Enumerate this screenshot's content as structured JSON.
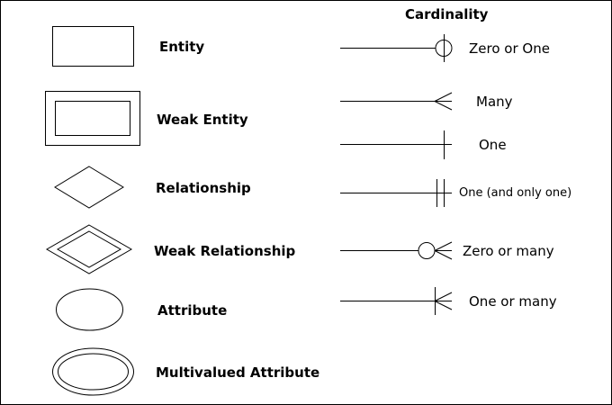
{
  "title": "Cardinality",
  "notations": [
    {
      "id": "entity",
      "label": "Entity",
      "shape": "rectangle"
    },
    {
      "id": "weak-entity",
      "label": "Weak Entity",
      "shape": "double-rectangle"
    },
    {
      "id": "relationship",
      "label": "Relationship",
      "shape": "diamond"
    },
    {
      "id": "weak-relationship",
      "label": "Weak Relationship",
      "shape": "double-diamond"
    },
    {
      "id": "attribute",
      "label": "Attribute",
      "shape": "ellipse"
    },
    {
      "id": "multivalued-attribute",
      "label": "Multivalued Attribute",
      "shape": "double-ellipse"
    }
  ],
  "cardinality": [
    {
      "id": "zero-or-one",
      "label": "Zero or One",
      "symbol": "circle-bar"
    },
    {
      "id": "many",
      "label": "Many",
      "symbol": "crowfoot"
    },
    {
      "id": "one",
      "label": "One",
      "symbol": "bar"
    },
    {
      "id": "one-and-only-one",
      "label": "One (and only one)",
      "symbol": "double-bar"
    },
    {
      "id": "zero-or-many",
      "label": "Zero or many",
      "symbol": "circle-crowfoot"
    },
    {
      "id": "one-or-many",
      "label": "One or many",
      "symbol": "bar-crowfoot"
    }
  ]
}
